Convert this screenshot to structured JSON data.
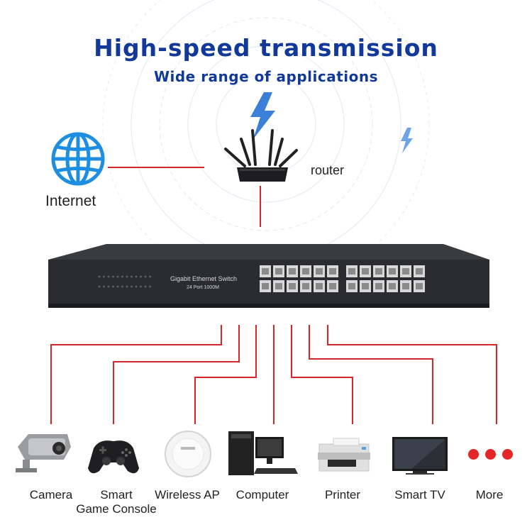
{
  "header": {
    "title": "High-speed transmission",
    "subtitle": "Wide range of applications"
  },
  "nodes": {
    "internet": {
      "label": "Internet",
      "icon": "globe-icon"
    },
    "router": {
      "label": "router",
      "icon": "router-icon"
    }
  },
  "switch": {
    "name": "Gigabit Ethernet Switch",
    "model": "24 Port 1000M",
    "port_count": 24
  },
  "devices": [
    {
      "label": "Camera",
      "icon": "camera-icon"
    },
    {
      "label": "Smart",
      "label2": "Game Console",
      "icon": "gamepad-icon"
    },
    {
      "label": "Wireless AP",
      "icon": "wireless-ap-icon"
    },
    {
      "label": "Computer",
      "icon": "computer-icon"
    },
    {
      "label": "Printer",
      "icon": "printer-icon"
    },
    {
      "label": "Smart TV",
      "icon": "tv-icon"
    },
    {
      "label": "More",
      "icon": "more-dots-icon"
    }
  ],
  "colors": {
    "title": "#12399a",
    "line": "#d9262b",
    "globe": "#1e8fe0",
    "lightning": "#3b7fd8",
    "switch_body": "#2a2c30",
    "dots": "#e32626"
  }
}
